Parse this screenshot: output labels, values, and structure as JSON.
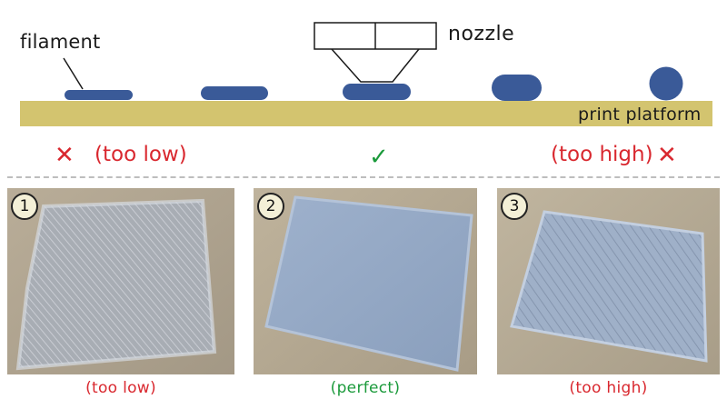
{
  "diagram": {
    "labels": {
      "filament": "filament",
      "nozzle": "nozzle",
      "platform": "print platform"
    },
    "status": {
      "low": "(too low)",
      "high": "(too high)",
      "x_glyph": "✕",
      "check_glyph": "✓"
    },
    "colors": {
      "filament": "#3a5a98",
      "platform": "#d3c46f",
      "error": "#d9282f",
      "success": "#1b9a3b"
    }
  },
  "photos": [
    {
      "number": "1",
      "caption": "(too low)"
    },
    {
      "number": "2",
      "caption": "(perfect)"
    },
    {
      "number": "3",
      "caption": "(too high)"
    }
  ]
}
